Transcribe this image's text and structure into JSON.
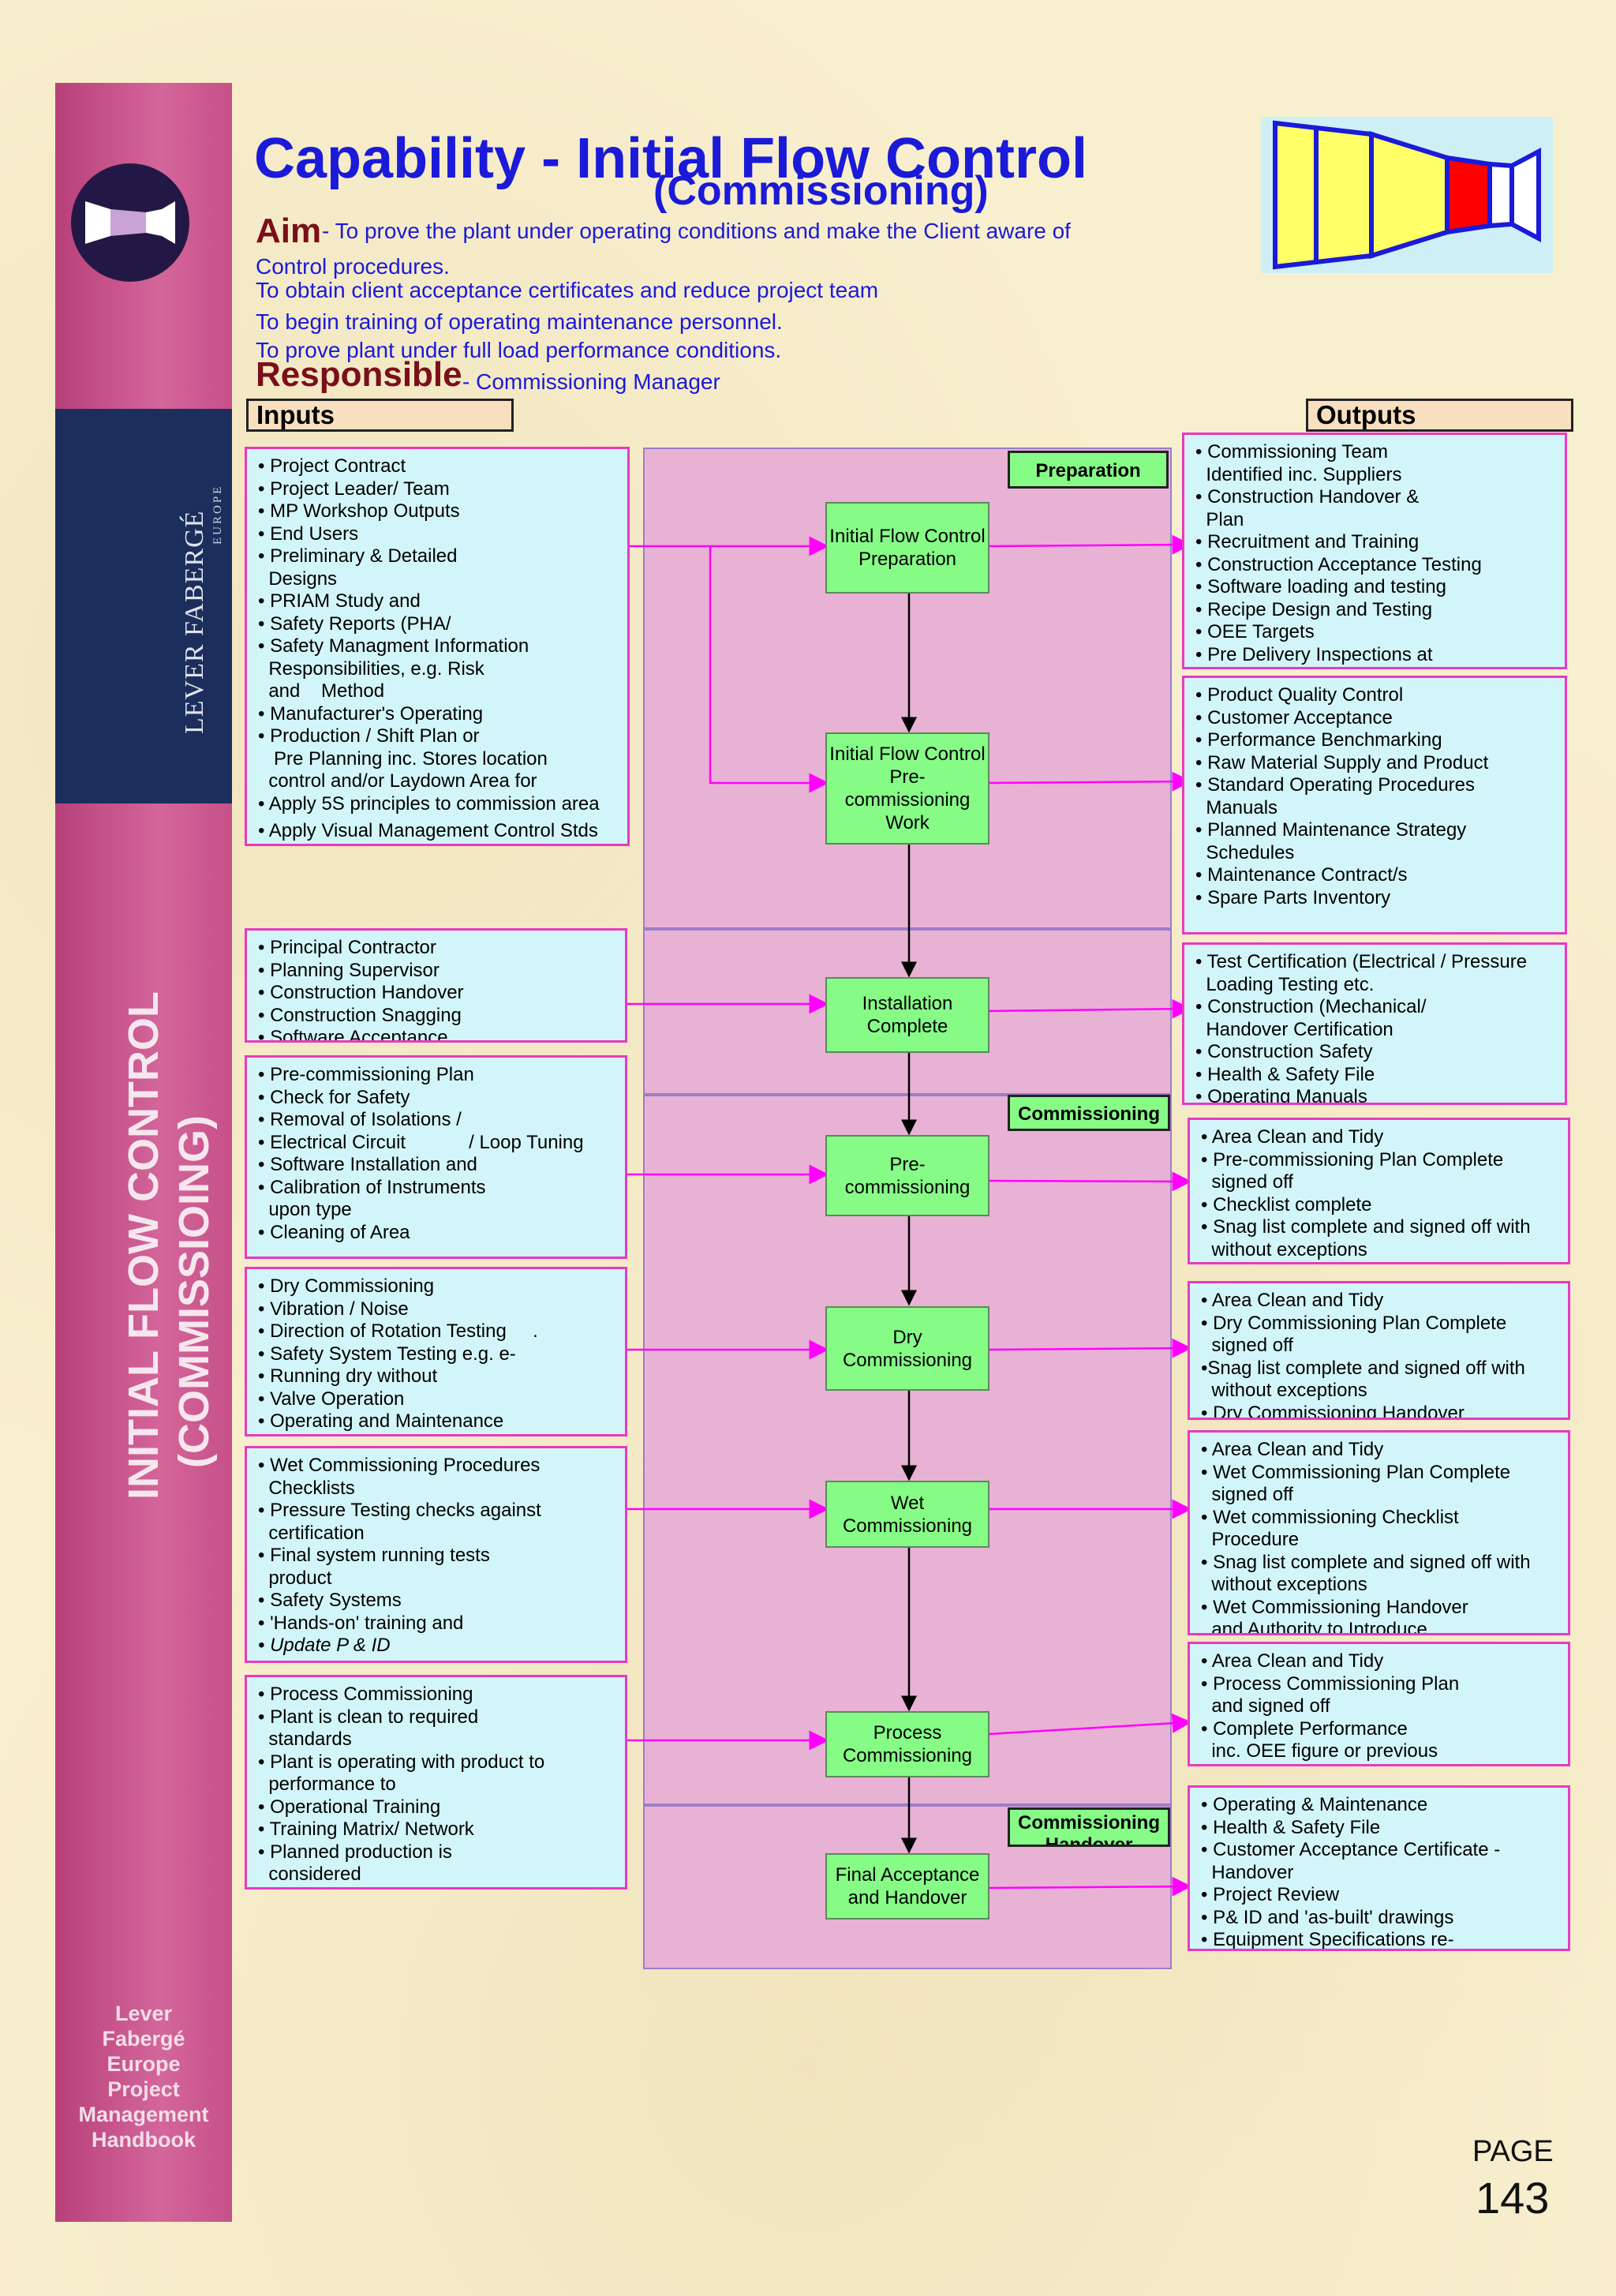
{
  "sidebar": {
    "brand": "LEVER FABERGÉ",
    "brand_sub": "EUROPE",
    "title_line1": "INITIAL FLOW CONTROL",
    "title_line2": "(COMMISSIOING)",
    "handbook": [
      "Lever",
      "Fabergé",
      "Europe",
      "Project",
      "Management",
      "Handbook"
    ]
  },
  "header": {
    "title": "Capability - Initial Flow Control",
    "subtitle": "(Commissioning)",
    "aim_label": "Aim",
    "aim_lines": [
      "- To prove the plant under operating conditions and make the Client aware of",
      "Control procedures.",
      "To obtain client acceptance certificates and reduce project team",
      "To begin training of operating maintenance personnel.",
      "To prove plant under full load performance conditions."
    ],
    "responsible_label": "Responsible",
    "responsible_text": "- Commissioning Manager"
  },
  "columns": {
    "inputs": "Inputs",
    "outputs": "Outputs"
  },
  "phases": {
    "preparation": "Preparation",
    "commissioning": "Commissioning",
    "handover": "Commissioning Handover"
  },
  "steps": [
    "Initial Flow Control Preparation",
    "Initial Flow Control Pre-commissioning Work",
    "Installation Complete",
    "Pre-commissioning",
    "Dry Commissioning",
    "Wet Commissioning",
    "Process Commissioning",
    "Final Acceptance and Handover"
  ],
  "inputs": [
    [
      "• Project Contract",
      "• Project Leader/ Team",
      "• MP Workshop Outputs",
      "• End Users",
      "• Preliminary & Detailed",
      "  Designs",
      "• PRIAM Study and",
      "• Safety Reports (PHA/",
      "• Safety Managment Information",
      "  Responsibilities, e.g. Risk",
      "  and    Method",
      "• Manufacturer's Operating",
      "• Production / Shift Plan or",
      "   Pre Planning inc. Stores location",
      "  control and/or Laydown Area for",
      "• Apply 5S principles to commission area",
      "• Apply Visual Management Control Stds"
    ],
    [
      "• Principal Contractor",
      "• Planning Supervisor",
      "• Construction Handover",
      "• Construction Snagging",
      "• Software Acceptance"
    ],
    [
      "• Pre-commissioning Plan",
      "• Check for Safety",
      "• Removal of Isolations /",
      "• Electrical Circuit            / Loop Tuning",
      "• Software Installation and",
      "• Calibration of Instruments",
      "  upon type",
      "• Cleaning of Area"
    ],
    [
      "• Dry Commissioning",
      "• Vibration / Noise",
      "• Direction of Rotation Testing     .",
      "• Safety System Testing e.g. e-",
      "• Running dry without",
      "• Valve Operation",
      "• Operating and Maintenance"
    ],
    [
      "• Wet Commissioning Procedures",
      "  Checklists",
      "• Pressure Testing checks against",
      "  certification",
      "• Final system running tests",
      "  product",
      "• Safety Systems",
      "• 'Hands-on' training and",
      "• Update P & ID"
    ],
    [
      "• Process Commissioning",
      "• Plant is clean to required",
      "  standards",
      "• Plant is operating with product to",
      "  performance to",
      "• Operational Training",
      "• Training Matrix/ Network",
      "• Planned production is",
      "  considered"
    ]
  ],
  "outputs": [
    [
      "• Commissioning Team",
      "  Identified inc. Suppliers",
      "• Construction Handover &",
      "  Plan",
      "• Recruitment and Training",
      "• Construction Acceptance Testing",
      "• Software loading and testing",
      "• Recipe Design and Testing",
      "• OEE Targets",
      "• Pre Delivery Inspections at"
    ],
    [
      "• Product Quality Control",
      "• Customer Acceptance",
      "• Performance Benchmarking",
      "• Raw Material Supply and Product",
      "• Standard Operating Procedures",
      "  Manuals",
      "• Planned Maintenance Strategy",
      "  Schedules",
      "• Maintenance Contract/s",
      "• Spare Parts Inventory"
    ],
    [
      "• Test Certification (Electrical / Pressure",
      "  Loading Testing etc.",
      "• Construction (Mechanical/",
      "  Handover Certification",
      "• Construction Safety",
      "• Health & Safety File",
      "• Operating Manuals"
    ],
    [
      "• Area Clean and Tidy",
      "• Pre-commissioning Plan Complete",
      "  signed off",
      "• Checklist complete",
      "• Snag list complete and signed off with",
      "  without exceptions"
    ],
    [
      "• Area Clean and Tidy",
      "• Dry Commissioning Plan Complete",
      "  signed off",
      "•Snag list complete and signed off with",
      "  without exceptions",
      "• Dry Commissioning Handover"
    ],
    [
      "• Area Clean and Tidy",
      "• Wet Commissioning Plan Complete",
      "  signed off",
      "• Wet commissioning Checklist",
      "  Procedure",
      "• Snag list complete and signed off with",
      "  without exceptions",
      "• Wet Commissioning Handover",
      "  and Authority to Introduce"
    ],
    [
      "• Area Clean and Tidy",
      "• Process Commissioning Plan",
      "  and signed off",
      "• Complete Performance",
      "  inc. OEE figure or previous"
    ],
    [
      "• Operating & Maintenance",
      "• Health & Safety File",
      "• Customer Acceptance Certificate -",
      "  Handover",
      "• Project Review",
      "• P& ID and 'as-built' drawings",
      "• Equipment Specifications re-"
    ]
  ],
  "page": {
    "label": "PAGE",
    "number": "143"
  },
  "colors": {
    "title": "#1a1ad8",
    "aim": "#7a0f1a",
    "box_fill": "#d2f5f9",
    "box_border": "#e83ac0",
    "step_fill": "#86fc86",
    "lane_fill": "#e8b2d4",
    "arrow_input": "#ff00ff",
    "sidebar": "#c65088"
  }
}
